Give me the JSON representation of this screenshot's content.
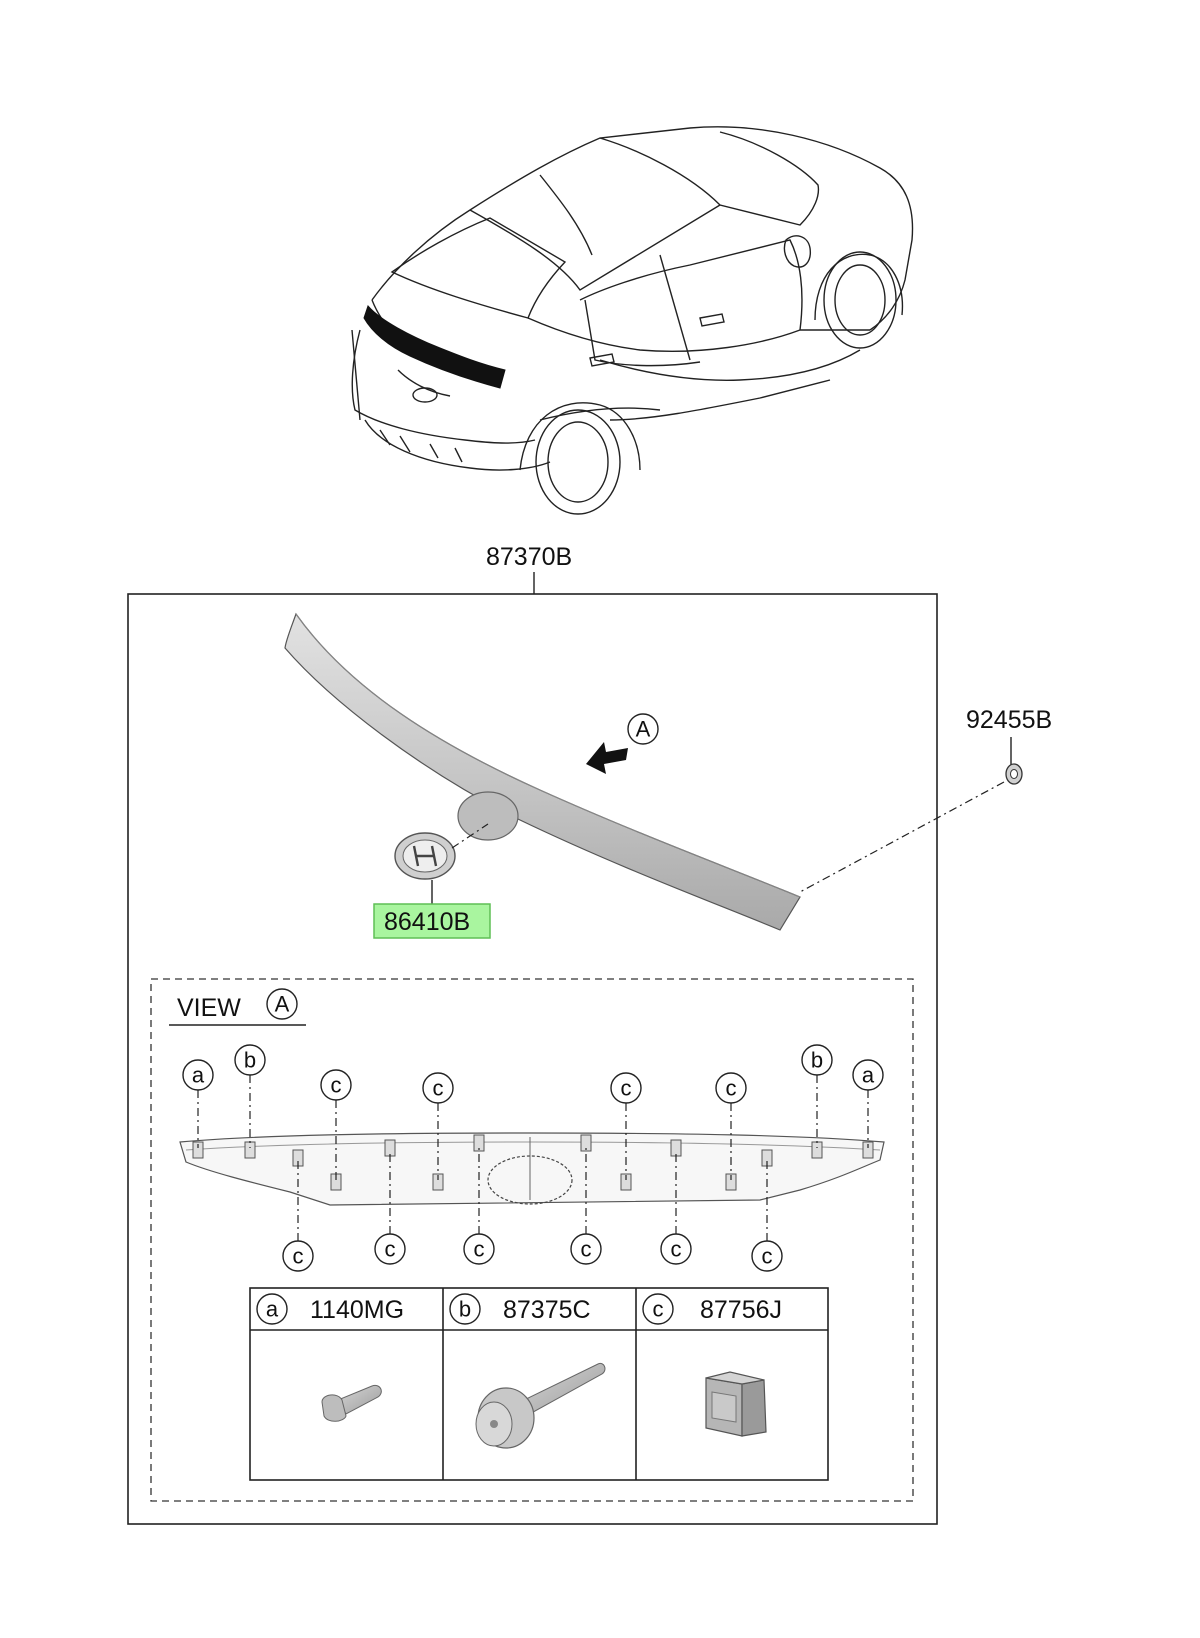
{
  "parts": {
    "main_assembly": "87370B",
    "nut": "92455B",
    "emblem": "86410B"
  },
  "view": {
    "label": "VIEW",
    "marker": "A"
  },
  "arrow_marker": "A",
  "clip_markers": {
    "a": "a",
    "b": "b",
    "c": "c"
  },
  "legend": [
    {
      "marker": "a",
      "part": "1140MG"
    },
    {
      "marker": "b",
      "part": "87375C"
    },
    {
      "marker": "c",
      "part": "87756J"
    }
  ],
  "colors": {
    "highlight_fill": "#a9f59f",
    "highlight_stroke": "#5fbf55",
    "part_gray": "#c4c4c4",
    "line": "#222222"
  }
}
